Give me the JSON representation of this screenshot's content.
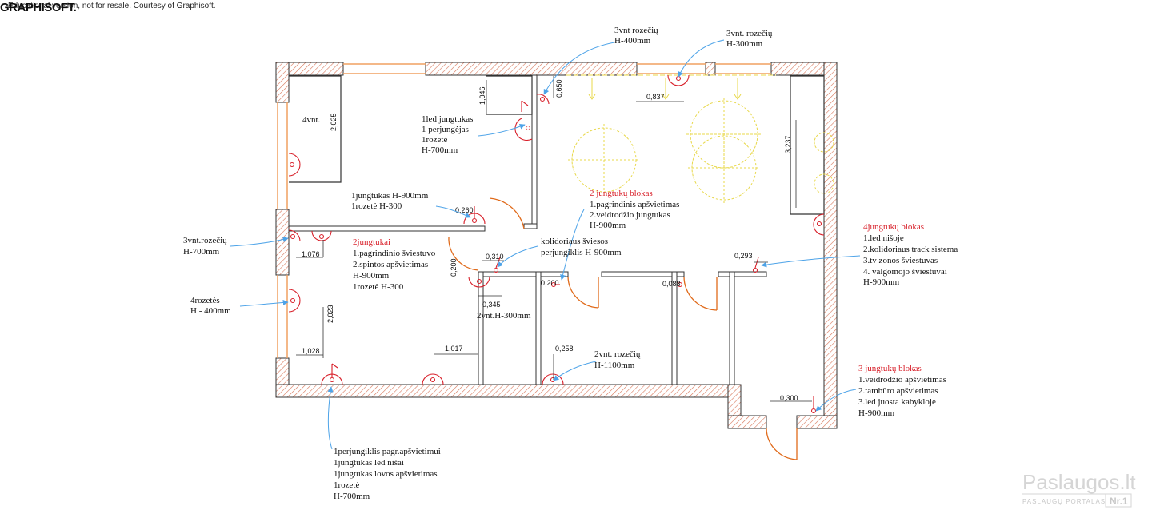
{
  "header": {
    "logo": "GRAPHISOFT.",
    "banner": "Educational version, not for resale. Courtesy of Graphisoft."
  },
  "watermark": {
    "title": "Paslaugos.lt",
    "subtitle": "PASLAUGŲ PORTALAS",
    "number": "Nr.1"
  },
  "labels": {
    "room_count": "4vnt.",
    "top_sockets_left": [
      "3vnt rozečių",
      "H-400mm"
    ],
    "top_sockets_right": [
      "3vnt. rozečių",
      "H-300mm"
    ],
    "led_switch_block": [
      "1led jungtukas",
      "1 perjungėjas",
      "1rozetė",
      "H-700mm"
    ],
    "switch_socket_300": [
      "1jungtukas H-900mm",
      "1rozetė H-300"
    ],
    "hall_switches_title": "2 jungtukų blokas",
    "hall_switches": [
      "1.pagrindinis apšvietimas",
      "2.veidrodžio jungtukas",
      "H-900mm"
    ],
    "corridor_light": [
      "kolidoriaus šviesos",
      "perjungiklis H-900mm"
    ],
    "left_sockets": [
      "3vnt.rozečių",
      "H-700mm"
    ],
    "two_switches_title": "2jungtukai",
    "two_switches": [
      "1.pagrindinio šviestuvo",
      "2.spintos apšvietimas",
      "H-900mm",
      "1rozetė H-300"
    ],
    "four_sockets": [
      "4rozetės",
      "H - 400mm"
    ],
    "sockets_300": "2vnt.H-300mm",
    "sockets_1100": [
      "2vnt. rozečių",
      "H-1100mm"
    ],
    "four_block_title": "4jungtukų blokas",
    "four_block": [
      "1.led nišoje",
      "2.kolidoriaus track sistema",
      "3.tv zonos šviestuvas",
      "4. valgomojo šviestuvai",
      "H-900mm"
    ],
    "three_block_title": "3 jungtukų blokas",
    "three_block": [
      "1.veidrodžio apšvietimas",
      "2.tambūro apšvietimas",
      "3.led juosta kabykloje",
      "H-900mm"
    ],
    "bedroom_switches": [
      "1perjungiklis pagr.apšvietimui",
      "1jungtukas led nišai",
      "1jungtukas lovos apšvietimas",
      "1rozetė",
      "H-700mm"
    ]
  },
  "dimensions": {
    "d_1046": "1,046",
    "d_0650": "0,650",
    "d_0837": "0,837",
    "d_2025": "2,025",
    "d_3237": "3,237",
    "d_0260": "0,260",
    "d_1076": "1,076",
    "d_0310": "0,310",
    "d_0200a": "0,200",
    "d_0200b": "0,200",
    "d_0088": "0,088",
    "d_0293": "0,293",
    "d_0345": "0,345",
    "d_2023": "2,023",
    "d_1028": "1,028",
    "d_1017": "1,017",
    "d_0258": "0,258",
    "d_0300": "0,300"
  },
  "colors": {
    "wall": "#d7775a",
    "wall_line": "#333333",
    "door": "#e06a1a",
    "window": "#f0a060",
    "leader": "#4da3e8",
    "light": "#e8d84a",
    "device": "#d8202a",
    "red_text": "#d8202a"
  }
}
